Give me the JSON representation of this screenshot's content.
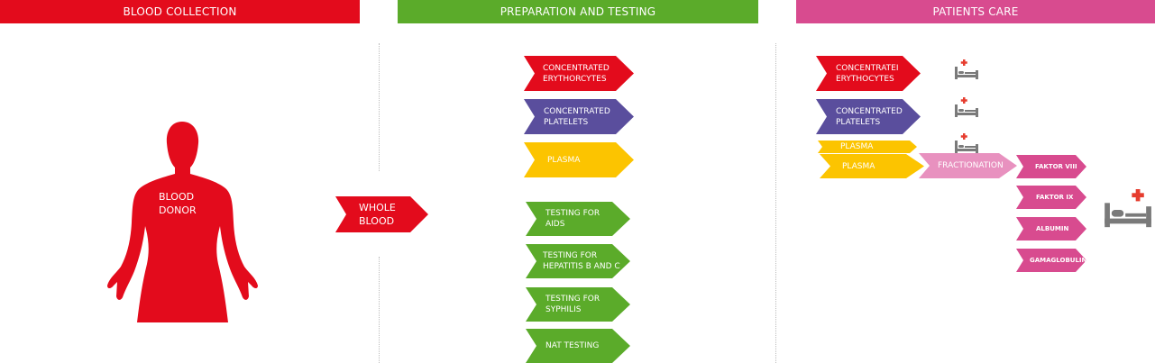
{
  "headers": {
    "blood_collection": "BLOOD COLLECTION",
    "preparation_testing": "PREPARATION AND TESTING",
    "patients_care": "PATIENTS CARE"
  },
  "donor": {
    "label": "BLOOD\nDONOR"
  },
  "whole_blood": {
    "label": "WHOLE\nBLOOD"
  },
  "preparation": {
    "items": [
      {
        "label": "CONCENTRATED\nERYTHORCYTES"
      },
      {
        "label": "CONCENTRATED\nPLATELETS"
      },
      {
        "label": "PLASMA"
      }
    ]
  },
  "testing": {
    "items": [
      {
        "label": "TESTING FOR\nAIDS"
      },
      {
        "label": "TESTING FOR\nHEPATITIS B AND C"
      },
      {
        "label": "TESTING FOR\nSYPHILIS"
      },
      {
        "label": "NAT TESTING"
      }
    ]
  },
  "care": {
    "items": [
      {
        "label": "CONCENTRATEI\nERYTHOCYTES"
      },
      {
        "label": "CONCENTRATED\nPLATELETS"
      },
      {
        "label": "PLASMA"
      },
      {
        "label": "PLASMA"
      }
    ],
    "fractionation": "FRACTIONATION",
    "products": [
      {
        "label": "FAKTOR VIII"
      },
      {
        "label": "FAKTOR IX"
      },
      {
        "label": "ALBUMIN"
      },
      {
        "label": "GAMAGLOBULIN"
      }
    ]
  },
  "colors": {
    "red": "#e30b1c",
    "green": "#5bab2a",
    "pink": "#d84b8f",
    "purple": "#5a4e9d",
    "yellow": "#fcc400",
    "light_pink": "#e891bf",
    "bed_gray": "#7a7a7a"
  }
}
